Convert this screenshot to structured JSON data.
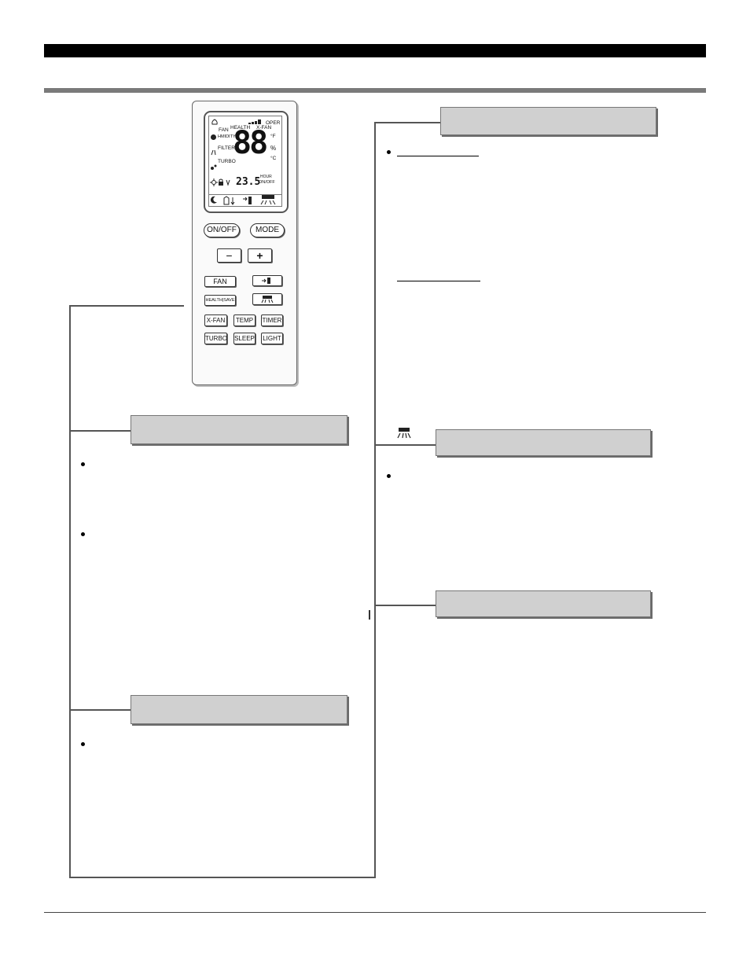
{
  "remote": {
    "lcd": {
      "oper": "OPER",
      "fan": "FAN",
      "health": "HEALTH",
      "xfan": "X-FAN",
      "humidity": "HMIDITY",
      "filter": "FILTER",
      "turbo": "TURBO",
      "big_digits": "88",
      "unit_f": "°F",
      "percent": "%",
      "unit_c": "°C",
      "hour": "HOUR",
      "onoff": "ON/OFF",
      "small_digits": "23.5"
    },
    "buttons": {
      "onoff": "ON/OFF",
      "mode": "MODE",
      "minus": "−",
      "plus": "+",
      "fan": "FAN",
      "health_save": "HEALTH|SAVE",
      "xfan": "X-FAN",
      "temp": "TEMP",
      "timer": "TIMER",
      "turbo": "TURBO",
      "sleep": "SLEEP",
      "light": "LIGHT"
    },
    "icons": [
      "swing-up-down-icon",
      "swing-left-right-icon",
      "signal-icon",
      "moon-icon",
      "sun-icon",
      "lock-icon"
    ]
  },
  "sections": [
    {
      "id": "left-1",
      "title": ""
    },
    {
      "id": "left-2",
      "title": ""
    },
    {
      "id": "right-1",
      "title": ""
    },
    {
      "id": "right-2",
      "title": ""
    },
    {
      "id": "right-3",
      "title": ""
    }
  ]
}
